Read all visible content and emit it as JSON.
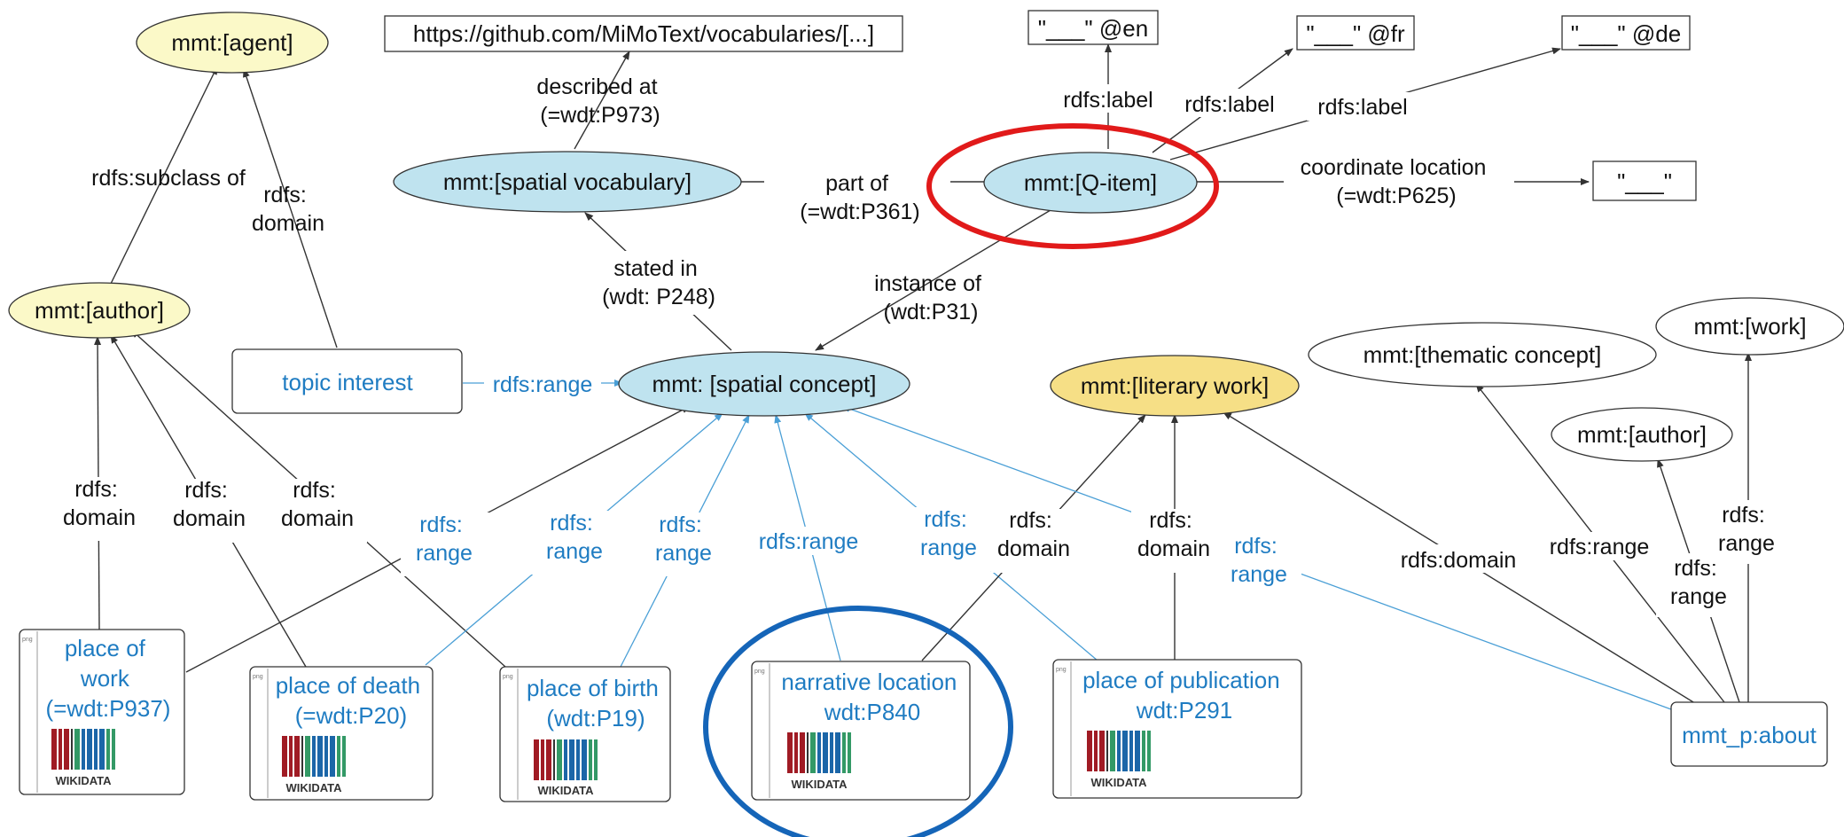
{
  "colors": {
    "agent_fill": "#fbf9c8",
    "author_fill": "#fbf9c8",
    "literary_work_fill": "#f6df86",
    "spatial_fill": "#bfe3ef",
    "edge_black": "#333333",
    "edge_blue": "#4a9fd6",
    "property_text": "#1f7cc2",
    "highlight_red": "#e11a1a",
    "highlight_blue": "#1565b8"
  },
  "nodes": {
    "agent": "mmt:[agent]",
    "author": "mmt:[author]",
    "url": "https://github.com/MiMoText/vocabularies/[...]",
    "spatial_vocabulary": "mmt:[spatial vocabulary]",
    "q_item": "mmt:[Q-item]",
    "label_en": "\"___\" @en",
    "label_fr": "\"___\" @fr",
    "label_de": "\"___\" @de",
    "coord_value": "\"___\"",
    "topic_interest": "topic interest",
    "spatial_concept": "mmt: [spatial concept]",
    "literary_work": "mmt:[literary work]",
    "thematic_concept": "mmt:[thematic concept]",
    "work_right": "mmt:[work]",
    "author_right": "mmt:[author]",
    "about": "mmt_p:about"
  },
  "properties": {
    "place_of_work": [
      "place of",
      "work",
      "(=wdt:P937)"
    ],
    "place_of_death": [
      "place of death",
      "(=wdt:P20)"
    ],
    "place_of_birth": [
      "place of birth",
      "(wdt:P19)"
    ],
    "narrative_location": [
      "narrative location",
      "wdt:P840"
    ],
    "place_of_publication": [
      "place of  publication",
      "wdt:P291"
    ],
    "badge_small": "png",
    "wikidata_logo": "WIKIDATA"
  },
  "edge_labels": {
    "subclass_of": "rdfs:subclass of",
    "agent_domain": [
      "rdfs:",
      "domain"
    ],
    "described_at": [
      "described at",
      "(=wdt:P973)"
    ],
    "part_of": [
      "part of",
      "(=wdt:P361)"
    ],
    "label_en": "rdfs:label",
    "label_fr": "rdfs:label",
    "label_de": "rdfs:label",
    "coordinate_location": [
      "coordinate location",
      "(=wdt:P625)"
    ],
    "stated_in": [
      "stated in",
      "(wdt: P248)"
    ],
    "instance_of": [
      "instance of",
      "(wdt:P31)"
    ],
    "topic_range": "rdfs:range",
    "author_domain_1": [
      "rdfs:",
      "domain"
    ],
    "author_domain_2": [
      "rdfs:",
      "domain"
    ],
    "author_domain_3": [
      "rdfs:",
      "domain"
    ],
    "range_1": [
      "rdfs:",
      "range"
    ],
    "range_2": [
      "rdfs:",
      "range"
    ],
    "range_3": [
      "rdfs:",
      "range"
    ],
    "range_4": "rdfs:range",
    "range_5": [
      "rdfs:",
      "range"
    ],
    "lit_domain_1": [
      "rdfs:",
      "domain"
    ],
    "lit_domain_2": [
      "rdfs:",
      "domain"
    ],
    "about_range_blue": [
      "rdfs:",
      "range"
    ],
    "about_domain": "rdfs:domain",
    "about_range_thematic": "rdfs:range",
    "about_range_author": [
      "rdfs:",
      "range"
    ],
    "about_range_work": [
      "rdfs:",
      "range"
    ]
  }
}
